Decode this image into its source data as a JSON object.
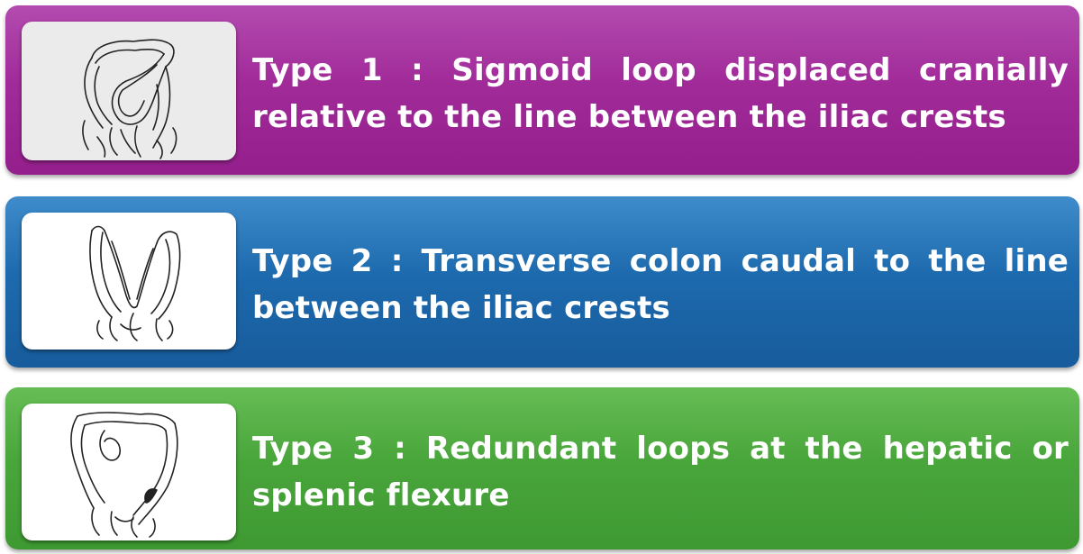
{
  "rows": [
    {
      "caption": "Type 1 : Sigmoid loop displaced cranially relative to the line between the iliac crests",
      "color": "#a12b99",
      "illustration": "colon-type-1-sketch"
    },
    {
      "caption": "Type 2 : Transverse colon caudal to the line between the  iliac crests",
      "color": "#1d6aae",
      "illustration": "colon-type-2-sketch"
    },
    {
      "caption": "Type 3 : Redundant loops at the hepatic or splenic flexure",
      "color": "#49a63b",
      "illustration": "colon-type-3-sketch"
    }
  ]
}
